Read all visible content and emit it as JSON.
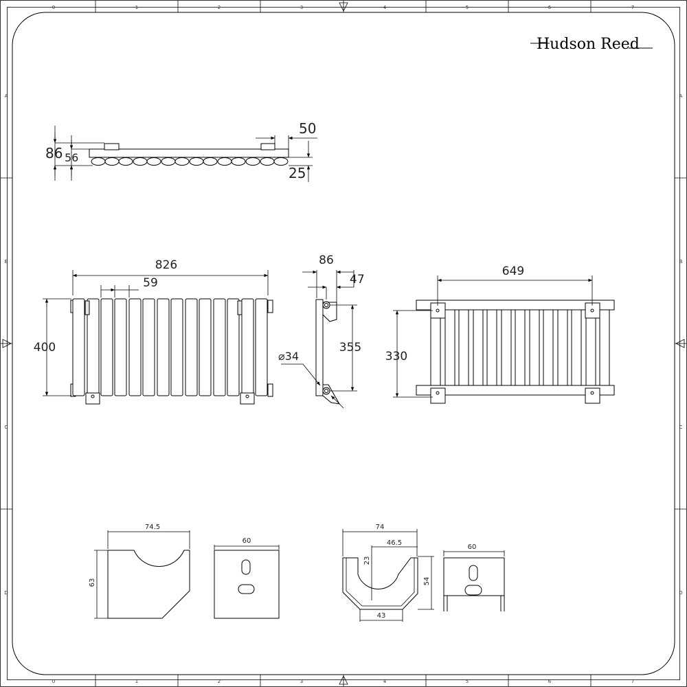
{
  "brand": {
    "name": "Hudson Reed"
  },
  "border": {
    "columns": [
      "0",
      "1",
      "2",
      "3",
      "4",
      "5",
      "6",
      "7"
    ],
    "rows": [
      "A",
      "B",
      "C",
      "D"
    ]
  },
  "top_view": {
    "d86": "86",
    "d56": "56",
    "d50": "50",
    "d25": "25"
  },
  "front_view": {
    "width": "826",
    "pitch": "59",
    "height": "400"
  },
  "side_view": {
    "depth": "86",
    "offset": "47",
    "centres": "355",
    "pipe_dia": "⌀34"
  },
  "rear_view": {
    "bracket_centres": "649",
    "bracket_height": "330"
  },
  "bracket_a": {
    "width": "74.5",
    "height": "63"
  },
  "bracket_b": {
    "width": "60"
  },
  "bracket_c": {
    "width": "74",
    "inner_width": "46.5",
    "depth": "23",
    "height": "54",
    "base": "43"
  },
  "bracket_d": {
    "width": "60"
  }
}
